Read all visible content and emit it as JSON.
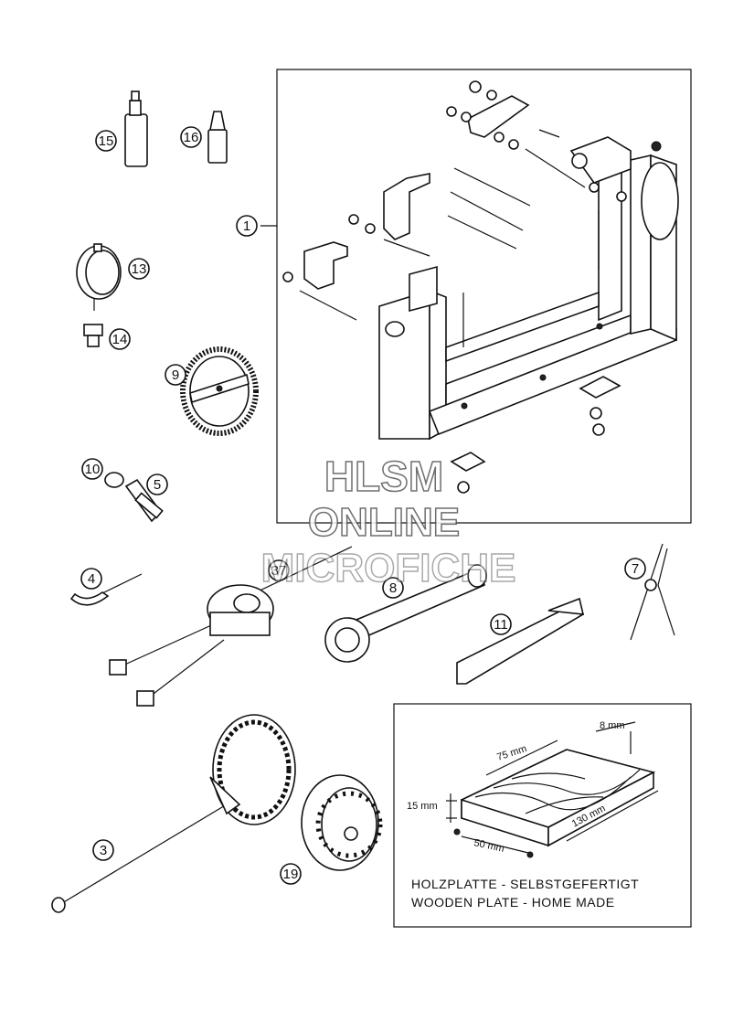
{
  "callouts": [
    {
      "id": "c1",
      "label": "1"
    },
    {
      "id": "c3",
      "label": "3"
    },
    {
      "id": "c4",
      "label": "4"
    },
    {
      "id": "c5",
      "label": "5"
    },
    {
      "id": "c7",
      "label": "7"
    },
    {
      "id": "c8",
      "label": "8"
    },
    {
      "id": "c9",
      "label": "9"
    },
    {
      "id": "c10",
      "label": "10"
    },
    {
      "id": "c11",
      "label": "11"
    },
    {
      "id": "c13",
      "label": "13"
    },
    {
      "id": "c14",
      "label": "14"
    },
    {
      "id": "c15",
      "label": "15"
    },
    {
      "id": "c16",
      "label": "16"
    },
    {
      "id": "c19",
      "label": "19"
    },
    {
      "id": "c37",
      "label": "37"
    }
  ],
  "watermark": {
    "line1": "HLSM",
    "line2": "ONLINE",
    "line3": "MICROFICHE"
  },
  "wooden_plate": {
    "dim_width": "75 mm",
    "dim_thickness_top": "8 mm",
    "dim_height": "15 mm",
    "dim_length": "130 mm",
    "dim_depth": "50 mm",
    "caption_de": "HOLZPLATTE - SELBSTGEFERTIGT",
    "caption_en": "WOODEN PLATE - HOME MADE"
  },
  "colors": {
    "ink": "#111111",
    "paper": "#ffffff",
    "wood_fill": "#ffffff",
    "watermark_outline": "#555555"
  }
}
